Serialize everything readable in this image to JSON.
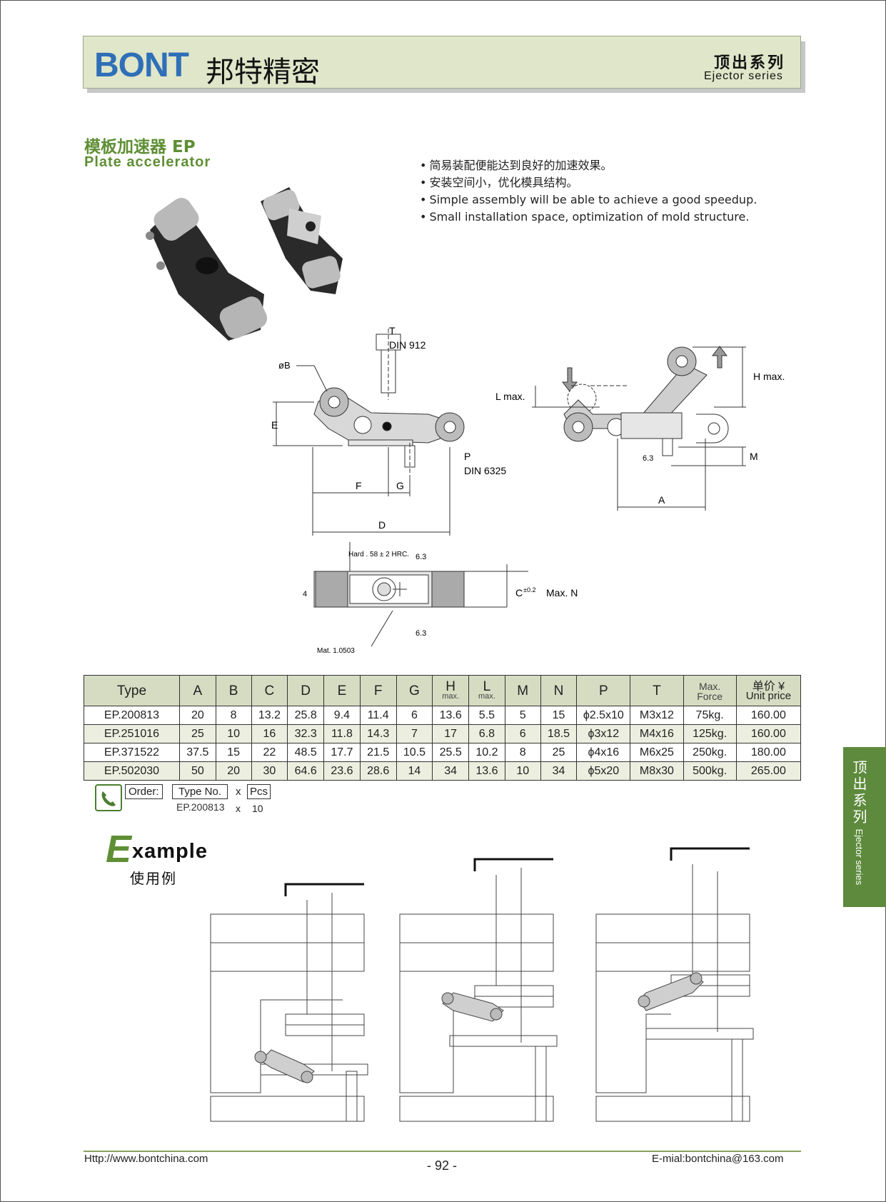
{
  "header": {
    "logo": "BONT",
    "brand_cn": "邦特精密",
    "series_cn": "顶出系列",
    "series_en": "Ejector series"
  },
  "product": {
    "title_cn": "模板加速器 EP",
    "title_en": "Plate accelerator",
    "features": [
      "简易装配便能达到良好的加速效果。",
      "安装空间小，优化模具结构。",
      "Simple assembly will be able to achieve a good speedup.",
      "Small installation space, optimization of mold structure."
    ]
  },
  "drawing": {
    "t_label": "T",
    "t_std": "DIN 912",
    "b_label": "øB",
    "e_label": "E",
    "p_label": "P",
    "p_std": "DIN 6325",
    "f_label": "F",
    "g_label": "G",
    "d_label": "D",
    "l_label": "L max.",
    "h_label": "H max.",
    "m_label": "M",
    "a_label": "A",
    "rough1": "6.3",
    "hard": "Hard . 58 ± 2 HRC.",
    "rough2": "6.3",
    "rough3": "6.3",
    "c_label": "C",
    "c_tol": "±0.2",
    "n_label": "Max. N",
    "mat": "Mat. 1.0503",
    "four": "4"
  },
  "table": {
    "headers": [
      {
        "main": "Type",
        "sub": ""
      },
      {
        "main": "A",
        "sub": ""
      },
      {
        "main": "B",
        "sub": ""
      },
      {
        "main": "C",
        "sub": ""
      },
      {
        "main": "D",
        "sub": ""
      },
      {
        "main": "E",
        "sub": ""
      },
      {
        "main": "F",
        "sub": ""
      },
      {
        "main": "G",
        "sub": ""
      },
      {
        "main": "H",
        "sub": "max."
      },
      {
        "main": "L",
        "sub": "max."
      },
      {
        "main": "M",
        "sub": ""
      },
      {
        "main": "N",
        "sub": ""
      },
      {
        "main": "P",
        "sub": ""
      },
      {
        "main": "T",
        "sub": ""
      },
      {
        "main": "Max.",
        "sub": "Force"
      },
      {
        "main": "单价 ¥",
        "sub": "Unit price"
      }
    ],
    "rows": [
      [
        "EP.200813",
        "20",
        "8",
        "13.2",
        "25.8",
        "9.4",
        "11.4",
        "6",
        "13.6",
        "5.5",
        "5",
        "15",
        "ϕ2.5x10",
        "M3x12",
        "75kg.",
        "160.00"
      ],
      [
        "EP.251016",
        "25",
        "10",
        "16",
        "32.3",
        "11.8",
        "14.3",
        "7",
        "17",
        "6.8",
        "6",
        "18.5",
        "ϕ3x12",
        "M4x16",
        "125kg.",
        "160.00"
      ],
      [
        "EP.371522",
        "37.5",
        "15",
        "22",
        "48.5",
        "17.7",
        "21.5",
        "10.5",
        "25.5",
        "10.2",
        "8",
        "25",
        "ϕ4x16",
        "M6x25",
        "250kg.",
        "180.00"
      ],
      [
        "EP.502030",
        "50",
        "20",
        "30",
        "64.6",
        "23.6",
        "28.6",
        "14",
        "34",
        "13.6",
        "10",
        "34",
        "ϕ5x20",
        "M8x30",
        "500kg.",
        "265.00"
      ]
    ]
  },
  "order": {
    "label": "Order:",
    "type_label": "Type No.",
    "x": "x",
    "pcs": "Pcs",
    "example_type": "EP.200813",
    "example_qty": "10"
  },
  "example": {
    "title_e": "E",
    "title_rest": "xample",
    "title_cn": "使用例"
  },
  "side_tab": {
    "cn": "顶出系列",
    "en": "Ejector series"
  },
  "footer": {
    "url": "Http://www.bontchina.com",
    "page": "- 92 -",
    "email": "E-mial:bontchina@163.com"
  }
}
